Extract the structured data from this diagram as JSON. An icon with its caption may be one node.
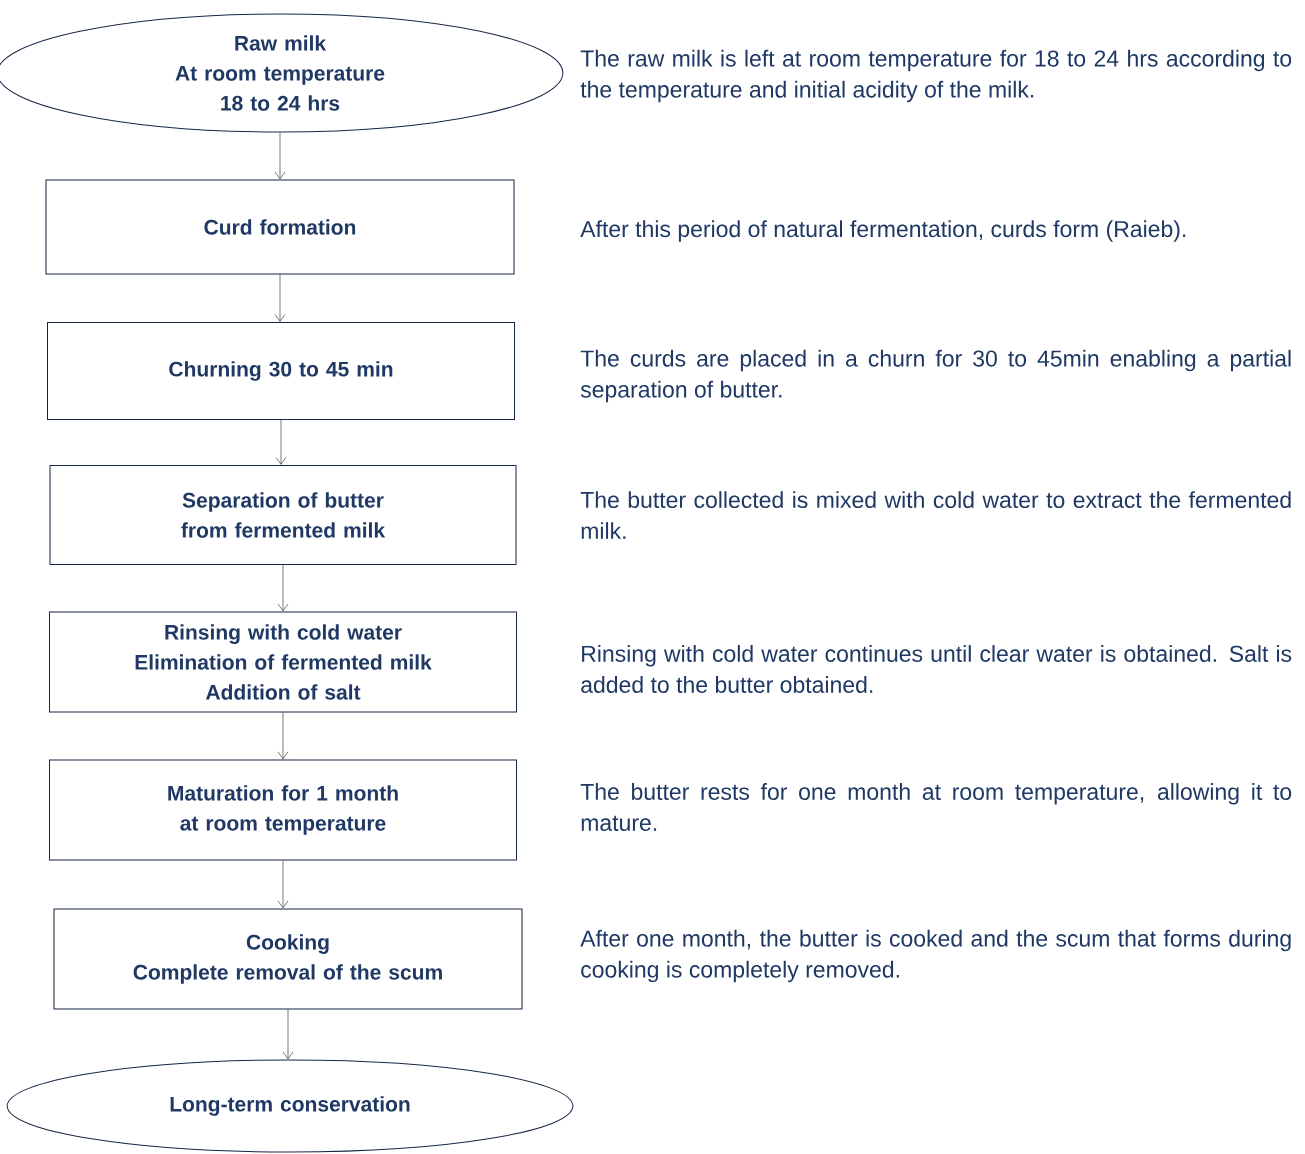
{
  "diagram": {
    "nodes": [
      {
        "text": [
          "Raw milk",
          "At room temperature",
          "18 to 24 hrs"
        ],
        "beside": [
          "The raw milk is left at room temperature for 18 to 24 hrs according to the temperature and initial acidity of the milk."
        ]
      },
      {
        "text": [
          "Curd formation"
        ],
        "beside": [
          "After this period of natural fermentation, curds form (Raieb)."
        ]
      },
      {
        "text": [
          "Churning 30 to 45 min"
        ],
        "beside": [
          "The curds are placed in a churn for 30 to 45min enabling a partial separation of butter."
        ]
      },
      {
        "text": [
          "Separation of butter from fermented milk"
        ],
        "beside": [
          "The butter collected is mixed with cold water to extract the fermented milk."
        ]
      },
      {
        "text": [
          "Rinsing with cold water",
          "Elimination of fermented milk",
          "Addition of salt"
        ],
        "beside": [
          "Rinsing with cold water continues until clear water is obtained. Salt is added to the butter obtained."
        ]
      },
      {
        "text": [
          "Maturation for 1 month at room temperature"
        ],
        "beside": [
          "The butter rests for one month at room temperature, allowing it to mature."
        ]
      },
      {
        "text": [
          "Cooking",
          "Complete removal of the scum"
        ],
        "beside": [
          "After one month, the butter is cooked and the scum that forms during cooking is completely removed."
        ]
      },
      {
        "text": [
          "Long-term conservation"
        ]
      }
    ],
    "edges": [
      {
        "from": 0,
        "to": 1,
        "arrow": "to"
      },
      {
        "from": 1,
        "to": 2,
        "arrow": "to"
      },
      {
        "from": 2,
        "to": 3,
        "arrow": "to"
      },
      {
        "from": 3,
        "to": 4,
        "arrow": "to"
      },
      {
        "from": 4,
        "to": 5,
        "arrow": "to"
      },
      {
        "from": 5,
        "to": 6,
        "arrow": "to"
      },
      {
        "from": 6,
        "to": 7,
        "arrow": "to"
      }
    ]
  }
}
